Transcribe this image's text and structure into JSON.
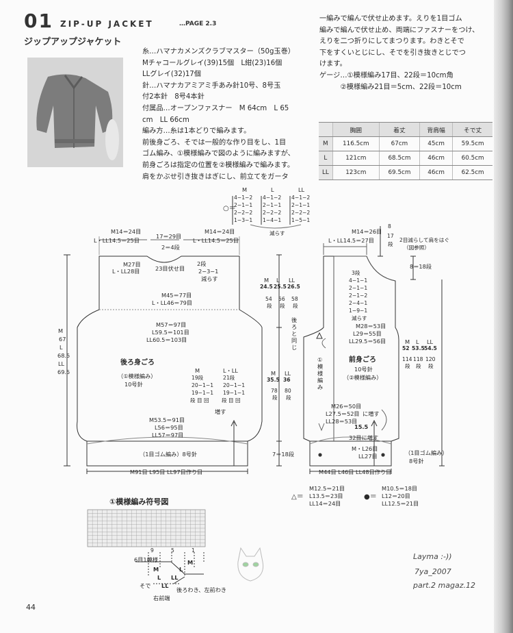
{
  "header": {
    "number": "01",
    "title": "ZIP-UP JACKET",
    "page_ref": "…PAGE 2.3",
    "subtitle": "ジップアップジャケット"
  },
  "materials": [
    "糸…ハマナカメンズクラブマスター（50g玉巻）",
    "Mチャコールグレイ(39)15個　L紺(23)16個",
    "LLグレイ(32)17個",
    "針…ハマナカアミアミ手あみ針10号、8号玉",
    "付2本針　8号4本針",
    "付属品…オープンファスナー　M 64cm　L 65",
    "cm　LL 66cm",
    "編み方…糸は1本どりで編みます。",
    "前後身ごろ、そでは一般的な作り目をし、1目",
    "ゴム編み、①模様編みで図のように編みますが、",
    "前身ごろは指定の位置を②模様編みで編みます。",
    "肩をかぶせ引き抜きはぎにし、前立てをガータ"
  ],
  "instructions": [
    "一編みで編んで伏せ止めます。えりを1目ゴム",
    "編みで編んで伏せ止め、両端にファスナーをつけ、",
    "えりを二つ折りにしてまつります。わきとそで",
    "下をすくいとじにし、そでを引き抜きとじでつ",
    "けます。"
  ],
  "gauge": [
    "ゲージ…①模様編み17目、22段＝10cm角",
    "　　　②模様編み21目＝5cm、22段＝10cm"
  ],
  "size_table": {
    "headers": [
      "",
      "胸囲",
      "着丈",
      "背肩幅",
      "そで丈"
    ],
    "rows": [
      [
        "M",
        "116.5cm",
        "67cm",
        "45cm",
        "59.5cm"
      ],
      [
        "L",
        "121cm",
        "68.5cm",
        "46cm",
        "60.5cm"
      ],
      [
        "LL",
        "123cm",
        "69.5cm",
        "46cm",
        "62.5cm"
      ]
    ]
  },
  "decrease_key": {
    "symbol": "○＝",
    "cols": [
      "M",
      "L",
      "LL"
    ],
    "rows": [
      [
        "4−1−2",
        "4−1−2",
        "4−1−2"
      ],
      [
        "2−1−1",
        "2−1−1",
        "2−1−1"
      ],
      [
        "2−2−2",
        "2−2−2",
        "2−2−2"
      ],
      [
        "1−3−1",
        "1−4−1",
        "1−5−1"
      ]
    ],
    "label": "減らす"
  },
  "back": {
    "shoulder_left": [
      "M14＝24目",
      "L・LL14.5＝25目"
    ],
    "neck": "17＝29目",
    "shoulder_right": [
      "M14＝24目",
      "L・LL14.5＝25目"
    ],
    "neck_rows": "2＝4段",
    "neck_st": [
      "M27目",
      "L・LL28目"
    ],
    "bindoff": "23目伏せ目",
    "dec_note": [
      "2段",
      "2−3−1",
      "減らす"
    ],
    "yoke": [
      "M45＝77目",
      "L・LL46＝79目"
    ],
    "chest": [
      "M57＝97目",
      "L59.5＝101目",
      "LL60.5＝103目"
    ],
    "name": "後ろ身ごろ",
    "stitch": "（①模様編み）",
    "needle": "10号針",
    "length": [
      "M",
      "67",
      "L",
      "68.5",
      "LL",
      "69.5"
    ],
    "inc_head": [
      "M",
      "L・LL"
    ],
    "inc_rows": [
      [
        "19段",
        "21段"
      ],
      [
        "20−1−1",
        "20−1−1"
      ],
      [
        "19−1−1",
        "19−1−1"
      ],
      [
        "段 目 回",
        "段 目 回"
      ]
    ],
    "inc_label": "増す",
    "hip": [
      "M53.5＝91目",
      "L56＝95目",
      "LL57＝97目"
    ],
    "rib": "（1目ゴム編み）8号針",
    "cast_on": "M91目 L95目 LL97目作り目",
    "mid_height": [
      "24.5",
      "25.5",
      "26.5"
    ],
    "mid_rows": [
      "54",
      "段",
      "56",
      "段",
      "58",
      "段"
    ],
    "lower_height": [
      "35.5",
      "36"
    ],
    "lower_rows": [
      "78",
      "段",
      "80",
      "段"
    ],
    "rib_height": "7＝18段",
    "side_note": "後ろと同じ"
  },
  "front": {
    "shoulder": [
      "M14＝26目",
      "L・LL14.5＝27目"
    ],
    "top_rows": [
      "8",
      "17",
      "段"
    ],
    "top_note": [
      "2目減らして肩をはぐ",
      "（図参照）"
    ],
    "side_rows": "8＝18段",
    "dec": [
      "3段",
      "4−1−1",
      "2−1−1",
      "2−1−2",
      "2−4−1",
      "1−9−1",
      "減らす"
    ],
    "chest": [
      "M28＝53目",
      "L29＝55目",
      "LL29.5＝56目"
    ],
    "name": "前身ごろ",
    "needle": "10号針",
    "stitch2": "（②模様編み）",
    "stitch1": "①模様編み",
    "height": [
      "M",
      "L",
      "LL",
      "52",
      "53.5",
      "54.5"
    ],
    "height_rows": [
      "114",
      "段",
      "118",
      "段",
      "120",
      "段"
    ],
    "inc": [
      "M26＝50目",
      "L27.5＝52目",
      "LL28＝53目"
    ],
    "inc_note": "に増す",
    "inc2_top": "15.5",
    "inc2_bottom": "32目に増す",
    "ml": "M・L26目",
    "ll": "LL27目",
    "rib": "（1目ゴム編み）",
    "rib_needle": "8号針",
    "cast_on": "M44目 L46目 LL48目作り目"
  },
  "triangle_key": {
    "symbol": "△＝",
    "rows": [
      "M12.5＝21目",
      "L13.5＝23目",
      "LL14＝24目"
    ]
  },
  "dot_key": {
    "symbol": "●＝",
    "rows": [
      "M10.5＝18目",
      "L12＝20目",
      "LL12.5＝21目"
    ]
  },
  "chart": {
    "title": "①模様編み符号図",
    "col_numbers": [
      "9",
      "5",
      "1"
    ],
    "repeat": "6目1模様",
    "sleeve": "そで",
    "right_front": "右前端",
    "back_left": "後ろわき、左前わき",
    "sizes": [
      "M",
      "L",
      "LL",
      "M",
      "L",
      "LL"
    ]
  },
  "watermark": [
    "Layma :-))",
    "7ya_2007",
    "part.2 magaz.12"
  ],
  "page_number": "44"
}
